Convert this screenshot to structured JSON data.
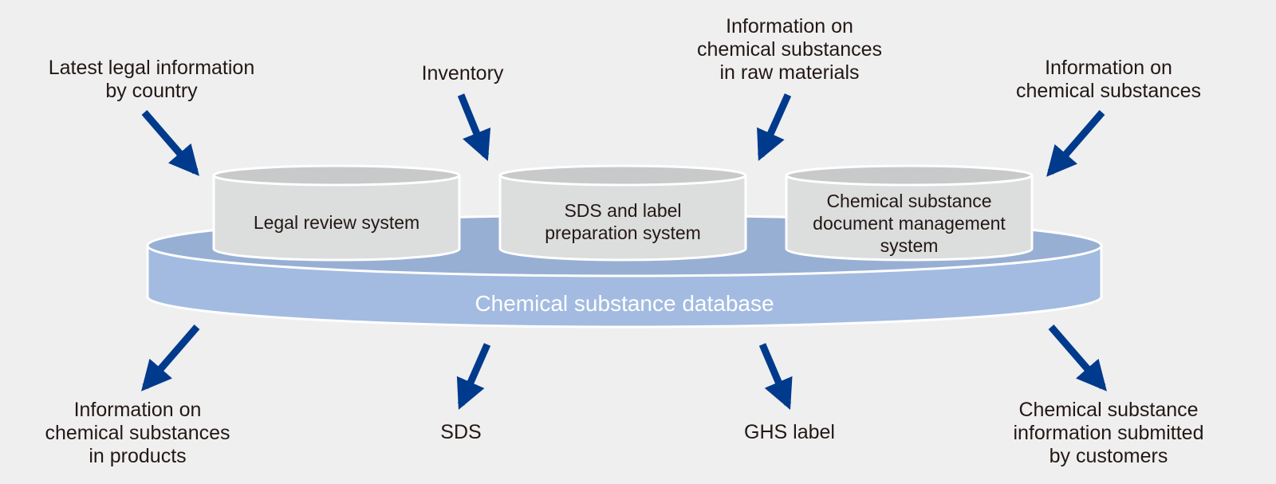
{
  "colors": {
    "background": "#efefef",
    "arrow": "#003a8c",
    "database_side": "#a3bbe0",
    "database_top": "#98afd4",
    "cylinder_side": "#dcdddd",
    "cylinder_top": "#c8c9ca",
    "outline": "#ffffff",
    "text": "#231815"
  },
  "database": {
    "label": "Chemical substance database"
  },
  "systems": [
    {
      "label": "Legal review system"
    },
    {
      "label": "SDS and label\npreparation system"
    },
    {
      "label": "Chemical substance\ndocument management\nsystem"
    }
  ],
  "inputs": [
    {
      "label": "Latest legal information\nby country",
      "icon": "arrow-down-right-icon"
    },
    {
      "label": "Inventory",
      "icon": "arrow-down-icon"
    },
    {
      "label": "Information on\nchemical substances\nin raw materials",
      "icon": "arrow-down-left-icon"
    },
    {
      "label": "Information on\nchemical substances",
      "icon": "arrow-down-left-icon"
    }
  ],
  "outputs": [
    {
      "label": "Information on\nchemical substances\nin products",
      "icon": "arrow-down-left-icon"
    },
    {
      "label": "SDS",
      "icon": "arrow-down-icon"
    },
    {
      "label": "GHS label",
      "icon": "arrow-down-icon"
    },
    {
      "label": "Chemical substance\ninformation submitted\nby customers",
      "icon": "arrow-down-right-icon"
    }
  ]
}
